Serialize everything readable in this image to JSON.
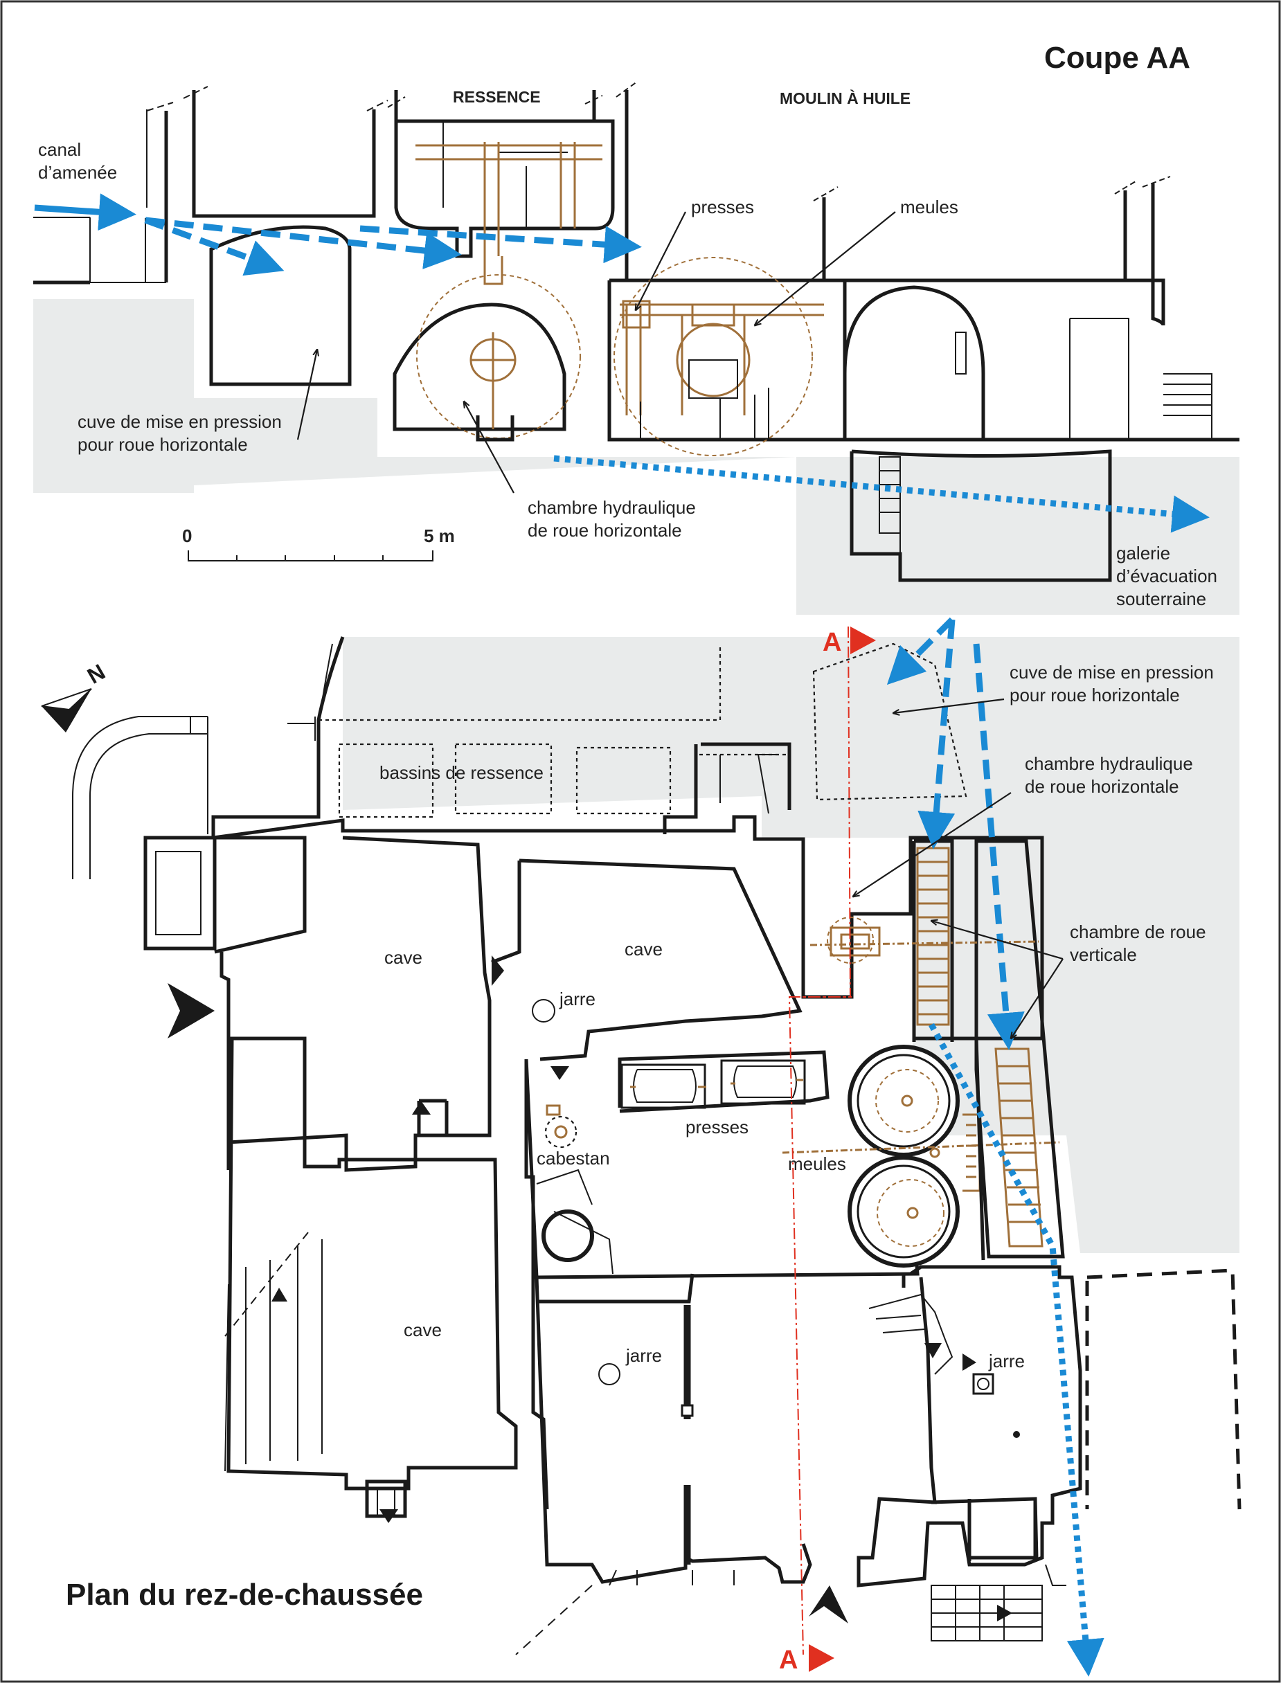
{
  "section": {
    "title": "Coupe AA",
    "ressence": "RESSENCE",
    "moulin": "MOULIN À HUILE",
    "canal_line1": "canal",
    "canal_line2": "d’amenée",
    "presses": "presses",
    "meules": "meules",
    "cuve_line1": "cuve de mise en pression",
    "cuve_line2": "pour roue horizontale",
    "chambre_line1": "chambre hydraulique",
    "chambre_line2": "de roue horizontale",
    "galerie_line1": "galerie",
    "galerie_line2": "d’évacuation",
    "galerie_line3": "souterraine",
    "scale_start": "0",
    "scale_end": "5 m"
  },
  "plan": {
    "title": "Plan du rez-de-chaussée",
    "north": "N",
    "section_marker_top": "A",
    "section_marker_bottom": "A",
    "bassins": "bassins de ressence",
    "cuve_line1": "cuve de mise en pression",
    "cuve_line2": "pour roue horizontale",
    "chambre_line1": "chambre hydraulique",
    "chambre_line2": "de roue horizontale",
    "roue_vert_line1": "chambre de roue",
    "roue_vert_line2": "verticale",
    "cave_1": "cave",
    "cave_2": "cave",
    "cave_3": "cave",
    "jarre_1": "jarre",
    "jarre_2": "jarre",
    "jarre_3": "jarre",
    "presses": "presses",
    "cabestan": "cabestan",
    "meules": "meules"
  },
  "colors": {
    "water_flow": "#1a8ad4",
    "mechanism": "#a0703a",
    "section_axis": "#e03020",
    "ground": "#e9ebeb",
    "walls": "#1a1a1a"
  }
}
